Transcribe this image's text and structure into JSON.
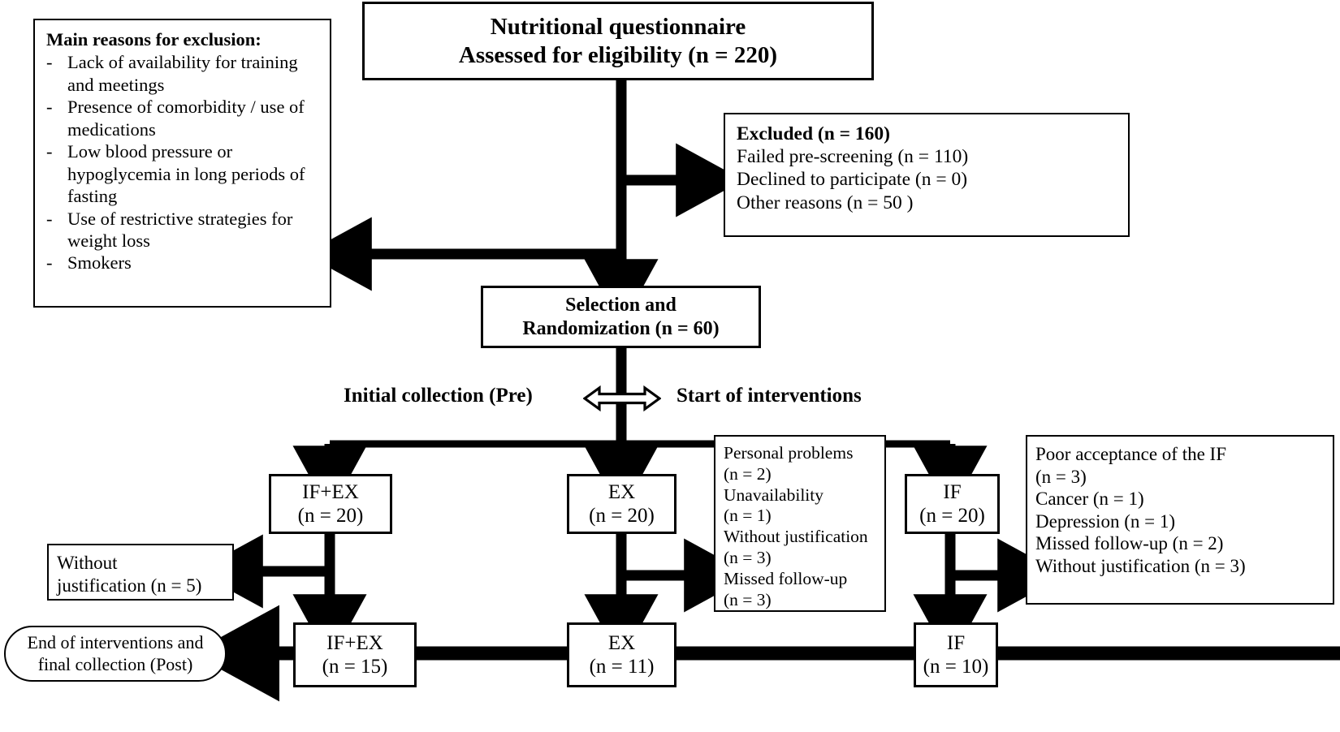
{
  "title_box": {
    "line1": "Nutritional questionnaire",
    "line2": "Assessed for eligibility (n = 220)"
  },
  "exclusion_reasons_box": {
    "header": "Main reasons for exclusion:",
    "bullet": "-",
    "items": [
      "Lack of availability for\ntraining and meetings",
      "Presence of comorbidity /\nuse of medications",
      "Low blood pressure or\nhypoglycemia in long\nperiods of fasting",
      "Use of restrictive strategies\nfor weight loss",
      "Smokers"
    ]
  },
  "excluded_box": {
    "header": "Excluded (n = 160)",
    "lines": [
      "Failed pre-screening (n = 110)",
      "Declined to participate (n = 0)",
      "Other reasons (n = 50 )"
    ]
  },
  "selection_box": {
    "line1": "Selection and",
    "line2": "Randomization (n = 60)"
  },
  "phase_labels": {
    "left": "Initial collection (Pre)",
    "right": "Start of interventions",
    "arrow_icon": "double-headed-horizontal-arrow"
  },
  "groups_pre": [
    {
      "name": "IF+EX",
      "count": "(n = 20)"
    },
    {
      "name": "EX",
      "count": "(n = 20)"
    },
    {
      "name": "IF",
      "count": "(n = 20)"
    }
  ],
  "groups_post": [
    {
      "name": "IF+EX",
      "count": "(n = 15)"
    },
    {
      "name": "EX",
      "count": "(n = 11)"
    },
    {
      "name": "IF",
      "count": "(n = 10)"
    }
  ],
  "dropout_ifex": {
    "lines": [
      "Without",
      "justification (n = 5)"
    ]
  },
  "dropout_ex": {
    "lines": [
      "Personal problems",
      "(n = 2)",
      "Unavailability",
      "(n = 1)",
      "Without justification",
      "(n = 3)",
      "Missed follow-up",
      "(n = 3)"
    ]
  },
  "dropout_if": {
    "lines": [
      "Poor acceptance of the IF",
      "(n = 3)",
      "Cancer (n = 1)",
      "Depression (n = 1)",
      "Missed follow-up (n = 2)",
      "Without justification (n = 3)"
    ]
  },
  "end_node": {
    "line1": "End of interventions and",
    "line2": "final collection (Post)"
  },
  "colors": {
    "stroke": "#000000",
    "fill": "#ffffff",
    "text": "#000000"
  }
}
